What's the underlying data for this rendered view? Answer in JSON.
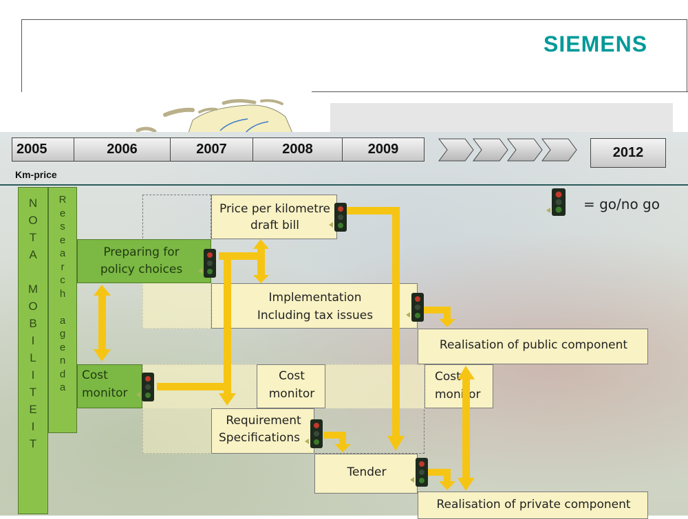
{
  "header": {
    "logo_text": "SIEMENS"
  },
  "timeline": {
    "years": [
      "2005",
      "2006",
      "2007",
      "2008",
      "2009"
    ],
    "final_year": "2012"
  },
  "section_label": "Km-price",
  "legend": {
    "label": "= go/no go",
    "icon": "traffic-light-icon"
  },
  "columns": {
    "nota_mobiliteit": "N\nO\nT\nA\n\nM\nO\nB\nI\nL\nI\nT\nE\nI\nT",
    "research_agenda": "R\ne\ns\ne\na\nr\nc\nh\n\na\ng\ne\nn\nd\na"
  },
  "boxes": {
    "price_per_km": [
      "Price per kilometre",
      "draft bill"
    ],
    "preparing": [
      "Preparing for",
      "policy choices"
    ],
    "implementation": [
      "Implementation",
      "Including tax issues"
    ],
    "public_component": "Realisation of public component",
    "cost_monitor_1": [
      "Cost",
      "monitor"
    ],
    "cost_monitor_2": [
      "Cost",
      "monitor"
    ],
    "cost_monitor_3": [
      "Cost",
      "monitor"
    ],
    "requirement_spec": [
      "Requirement",
      "Specifications"
    ],
    "tender": "Tender",
    "private_component": "Realisation of private component"
  },
  "colors": {
    "logo": "#009999",
    "green": "#8bc34a",
    "arrow_yellow": "#f6c514",
    "box_yellow": "#f8f2c4"
  }
}
